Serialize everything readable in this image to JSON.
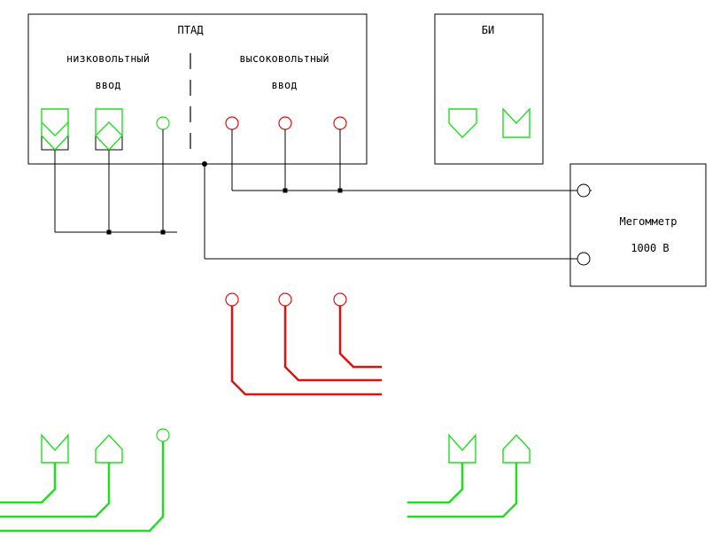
{
  "blocks": {
    "ptad": {
      "title": "ПТАД"
    },
    "bi": {
      "title": "БИ"
    },
    "megohmmeter": {
      "title": "Мегомметр",
      "voltage": "1000 В"
    }
  },
  "ptad_sections": {
    "low_voltage": {
      "line1": "низковольтный",
      "line2": "ввод"
    },
    "high_voltage": {
      "line1": "высоковольтный",
      "line2": "ввод"
    }
  },
  "colors": {
    "outline": "#000000",
    "low_voltage": "#22dd22",
    "high_voltage": "#dd1111"
  },
  "icons": {
    "low_voltage_terminal_a": "socket-v-icon",
    "low_voltage_terminal_b": "socket-caret-icon",
    "ground_terminal": "circle-terminal-icon",
    "high_voltage_terminal": "circle-terminal-icon",
    "megohmmeter_terminal": "circle-terminal-icon"
  }
}
